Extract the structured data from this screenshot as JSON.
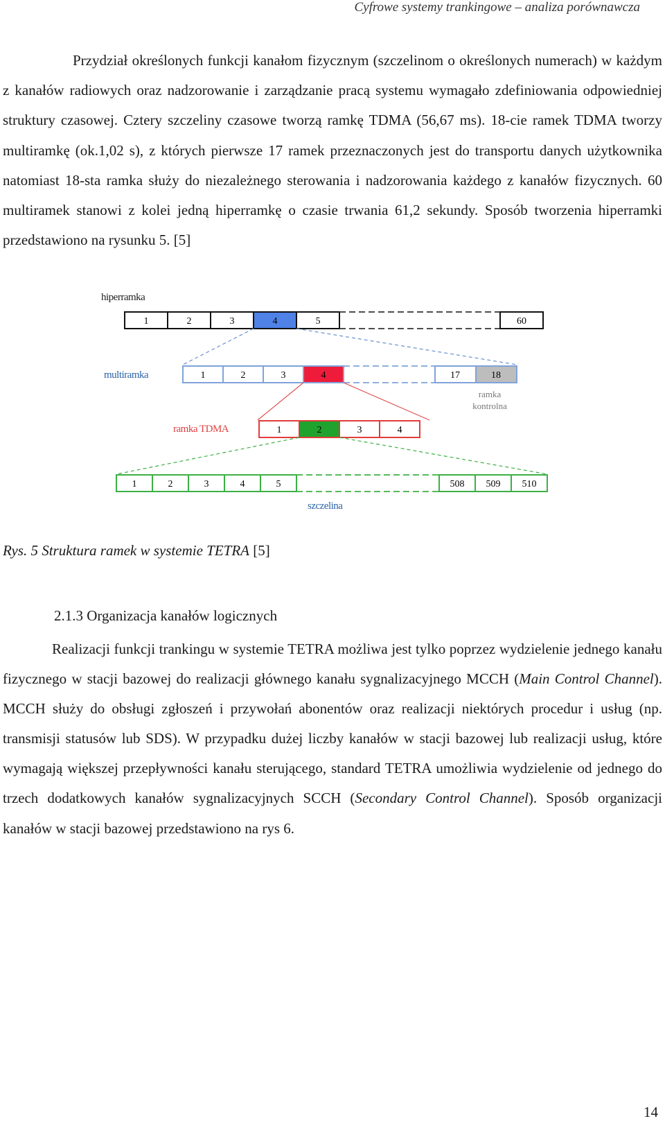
{
  "header": {
    "running_title": "Cyfrowe systemy trankingowe – analiza porównawcza"
  },
  "paragraph1": "Przydział określonych funkcji kanałom fizycznym (szczelinom o określonych numerach) w każdym z kanałów radiowych oraz nadzorowanie i zarządzanie pracą systemu wymagało zdefiniowania odpowiedniej struktury czasowej. Cztery szczeliny czasowe tworzą ramkę TDMA (56,67 ms). 18-cie ramek TDMA tworzy multiramkę (ok.1,02 s), z których pierwsze 17 ramek przeznaczonych jest do transportu danych użytkownika natomiast 18-sta ramka służy do niezależnego sterowania i nadzorowania każdego z kanałów fizycznych. 60 multiramek stanowi z kolei jedną hiperramkę o czasie trwania 61,2 sekundy. Sposób tworzenia hiperramki przedstawiono na rysunku 5. [5]",
  "figure": {
    "hyperframe": {
      "label": "hiperramka",
      "cells": [
        "1",
        "2",
        "3",
        "4",
        "5"
      ],
      "last_cell": "60",
      "highlight_index": 3
    },
    "multiframe": {
      "label": "multiramka",
      "cells": [
        "1",
        "2",
        "3",
        "4"
      ],
      "tail_cells": [
        "17",
        "18"
      ],
      "highlight_index": 3,
      "control_label_line1": "ramka",
      "control_label_line2": "kontrolna"
    },
    "tdma_frame": {
      "label": "ramka TDMA",
      "cells": [
        "1",
        "2",
        "3",
        "4"
      ],
      "highlight_index": 1
    },
    "slot": {
      "label": "szczelina",
      "cells": [
        "1",
        "2",
        "3",
        "4",
        "5"
      ],
      "tail_cells": [
        "508",
        "509",
        "510"
      ]
    },
    "colors": {
      "hyper": "#111111",
      "hyper_fill": "#4f81e6",
      "multi": "#7fa3d9",
      "multi_fill": "#ee1c3a",
      "tdma": "#e23b3b",
      "tdma_fill": "#1fa32e",
      "slot": "#3cb043",
      "control_fill": "#bdbdbd",
      "label_hyper": "#222222",
      "label_multi": "#2b63a7",
      "label_tdma": "#e04040",
      "label_slot": "#2b63a7"
    }
  },
  "caption": {
    "main": "Rys. 5 Struktura ramek w systemie TETRA",
    "ref": " [5]"
  },
  "section": {
    "heading": "2.1.3 Organizacja kanałów logicznych"
  },
  "paragraph2": {
    "p1": "Realizacji funkcji trankingu w systemie TETRA możliwa jest tylko poprzez wydzielenie jednego kanału fizycznego w stacji bazowej do realizacji głównego kanału sygnalizacyjnego MCCH (",
    "i1": "Main Control Channel",
    "p2": "). MCCH służy do obsługi zgłoszeń i przywołań abonentów oraz realizacji niektórych procedur i usług (np. transmisji statusów lub SDS). W przypadku dużej liczby kanałów w stacji bazowej lub realizacji usług, które wymagają większej przepływności kanału sterującego, standard TETRA umożliwia wydzielenie od jednego do trzech dodatkowych kanałów sygnalizacyjnych SCCH (",
    "i2": "Secondary Control Channel",
    "p3": "). Sposób organizacji kanałów w stacji bazowej przedstawiono na rys 6."
  },
  "footer": {
    "page_number": "14"
  }
}
